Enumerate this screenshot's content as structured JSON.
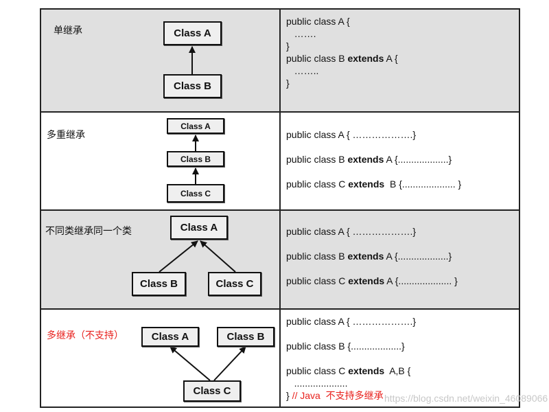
{
  "rows": [
    {
      "label": "单继承",
      "classes": [
        "Class A",
        "Class B"
      ],
      "code": [
        "public class A {",
        "   …….",
        "}",
        "public class B ",
        "extends",
        " A {",
        "   ……..",
        "}"
      ]
    },
    {
      "label": "多重继承",
      "classes": [
        "Class A",
        "Class B",
        "Class C"
      ],
      "code": [
        "public class A { ……………….}",
        "public class B ",
        "extends",
        " A {...................}",
        "public class C ",
        "extends",
        "  B {.................... }"
      ]
    },
    {
      "label": "不同类继承同一个类",
      "classes": [
        "Class A",
        "Class B",
        "Class C"
      ],
      "code": [
        "public class A { ……………….}",
        "public class B ",
        "extends",
        " A {...................}",
        "public class C ",
        "extends",
        " A {.................... }"
      ]
    },
    {
      "label": "多继承（不支持）",
      "classes": [
        "Class A",
        "Class B",
        "Class C"
      ],
      "code": [
        "public class A { ……………….}",
        "public class B {...................}",
        "public class C ",
        "extends",
        "  A,B {",
        "   ....................",
        "} ",
        "// Java  不支持多继承"
      ]
    }
  ],
  "watermark": "https://blog.csdn.net/weixin_46089066",
  "colors": {
    "gray_row": "#e0e0e0",
    "red_text": "#e8201c"
  }
}
